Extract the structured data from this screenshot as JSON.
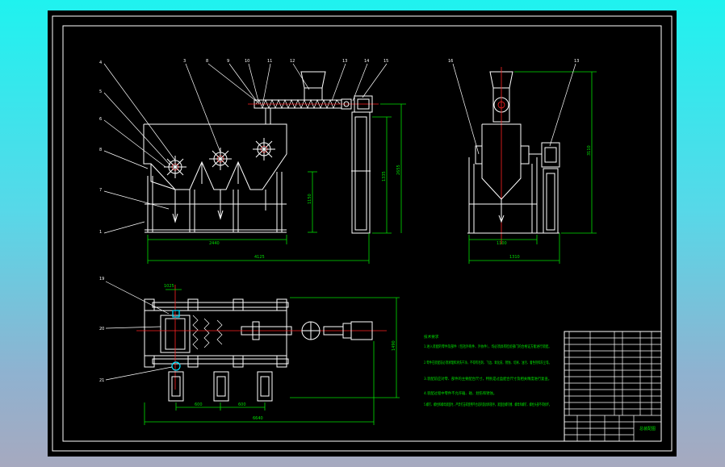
{
  "colors": {
    "background_top": "#1ff2ef",
    "background_bottom": "#a6a9bf",
    "sheet": "#000000",
    "linework": "#ffffff",
    "dimensions": "#00e000",
    "centerlines": "#ff2222",
    "highlight": "#00e0ff"
  },
  "drawing": {
    "front_view": {
      "leader_numbers_left": [
        "4",
        "5",
        "6",
        "8",
        "7",
        "1"
      ],
      "leader_numbers_top": [
        "3",
        "8",
        "9",
        "10",
        "11",
        "12",
        "13",
        "14",
        "15"
      ],
      "dimensions": [
        "2440",
        "4125",
        "1150",
        "1335",
        "2655"
      ]
    },
    "side_view": {
      "leader_numbers": [
        "16",
        "13"
      ],
      "dimensions": [
        "1100",
        "1310",
        "3110"
      ]
    },
    "top_view": {
      "leader_numbers": [
        "19",
        "20",
        "21"
      ],
      "dimensions": [
        "6640",
        "1025",
        "600",
        "600",
        "1490"
      ]
    },
    "icons": [
      "title-block-icon"
    ]
  },
  "technical_requirements": {
    "heading": "技术要求",
    "items": [
      "1.进入装配的零件及部件（包括外购件、外协件），均必须具有检验部门的合格证方能进行装配。",
      "2.零件在装配前必须清理和清洗干净，不得有毛刺、飞边、氧化皮、锈蚀、切屑、油污、着色剂和灰尘等。",
      "3.装配前应对零、部件的主要配合尺寸，特别是过盈配合尺寸及相关精度进行复查。",
      "4.装配过程中零件不允许磕、碰、划伤和锈蚀。",
      "5.螺钉、螺栓和螺母紧固时，严禁打击或使用不合适的旋具和扳手。紧固后螺钉槽、螺母和螺钉、螺栓头部不得损坏。"
    ]
  },
  "title_block": {
    "drawing_title": "总装配图"
  }
}
